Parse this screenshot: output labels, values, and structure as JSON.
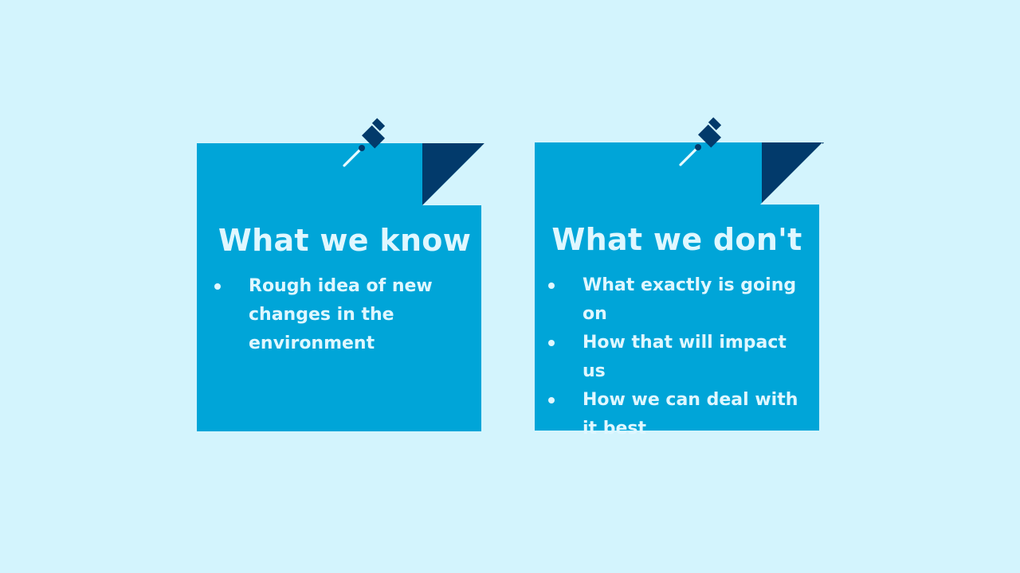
{
  "slide": {
    "colors": {
      "background": "#d3f4fd",
      "note": "#00a5d8",
      "fold": "#023a6b",
      "text": "#dff7ff"
    },
    "notes": [
      {
        "title": "What we know",
        "items": [
          "Rough idea of new changes in the environment"
        ]
      },
      {
        "title": "What we don't",
        "items": [
          "What exactly is going on",
          "How that will impact us",
          "How we can deal with it best"
        ]
      }
    ],
    "icons": {
      "pin": "pushpin-icon"
    }
  }
}
